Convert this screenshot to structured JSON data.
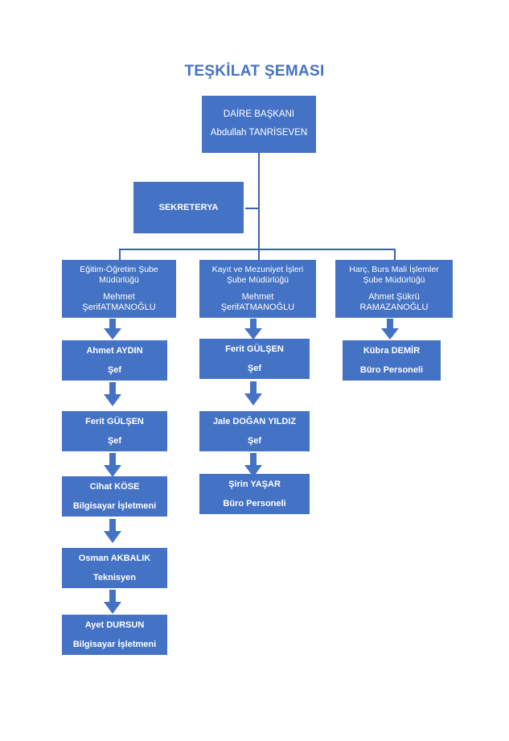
{
  "document": {
    "title": "TEŞKİLAT ŞEMASI",
    "title_color": "#4472C4",
    "box_color": "#4472C4",
    "connector_color": "#3A62AE",
    "text_color": "#FFFFFF",
    "background_color": "#FFFFFF"
  },
  "nodes": {
    "root": {
      "title": "DAİRE BAŞKANI",
      "person": "Abdullah TANRİSEVEN"
    },
    "secretariat": {
      "title": "SEKRETERYA"
    },
    "dept1": {
      "title": "Eğitim-Öğretim Şube\nMüdürlüğü",
      "person": "Mehmet\nŞerifATMANOĞLU"
    },
    "dept2": {
      "title": "Kayıt ve Mezuniyet İşleri\nŞube Müdürlüğü",
      "person": "Mehmet\nŞerifATMANOĞLU"
    },
    "dept3": {
      "title": "Harç, Burs  Mali İşlemler\nŞube Müdürlüğü",
      "person": "Ahmet Şükrü\nRAMAZANOĞLU"
    },
    "col1": [
      {
        "person": "Ahmet AYDIN",
        "role": "Şef"
      },
      {
        "person": "Ferit GÜLŞEN",
        "role": "Şef"
      },
      {
        "person": "Cihat KÖSE",
        "role": "Bilgisayar İşletmeni"
      },
      {
        "person": "Osman AKBALIK",
        "role": "Teknisyen"
      },
      {
        "person": "Ayet DURSUN",
        "role": "Bilgisayar İşletmeni"
      }
    ],
    "col2": [
      {
        "person": "Ferit GÜLŞEN",
        "role": "Şef"
      },
      {
        "person": "Jale DOĞAN YILDIZ",
        "role": "Şef"
      },
      {
        "person": "Şirin YAŞAR",
        "role": "Büro Personeli"
      }
    ],
    "col3": [
      {
        "person": "Kübra DEMİR",
        "role": "Büro Personeli"
      }
    ]
  }
}
